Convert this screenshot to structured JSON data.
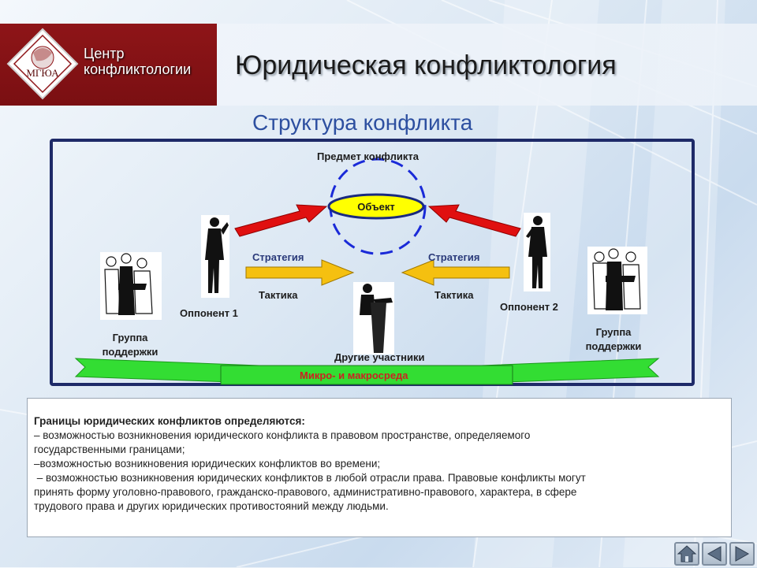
{
  "header": {
    "logo_line1": "Центр",
    "logo_line2": "конфликтологии",
    "logo_emblem_text": "МГЮА",
    "title": "Юридическая конфликтология"
  },
  "subtitle": "Структура конфликта",
  "diagram": {
    "subject": "Предмет конфликта",
    "object": "Объект",
    "strategy_left": "Стратегия",
    "strategy_right": "Стратегия",
    "tactics_left": "Тактика",
    "tactics_right": "Тактика",
    "opponent1": "Оппонент 1",
    "opponent2": "Оппонент 2",
    "support_left_line1": "Группа",
    "support_left_line2": "поддержки",
    "support_right_line1": "Группа",
    "support_right_line2": "поддержки",
    "others": "Другие участники",
    "environment": "Микро- и макросреда"
  },
  "textbox": {
    "heading": "Границы юридических конфликтов определяются:",
    "line1": "– возможностью возникновения юридического конфликта в правовом пространстве, определяемого",
    "line2": "государственными границами;",
    "line3": "–возможностью возникновения юридических конфликтов во времени;",
    "line4": " – возможностью возникновения юридических конфликтов в любой отрасли права. Правовые конфликты могут",
    "line5": "принять форму уголовно-правового, гражданско-правового, административно-правового, характера, в сфере",
    "line6": "трудового права и других юридических противостояний между людьми."
  },
  "nav": {
    "home_icon": "home-icon",
    "back_icon": "triangle-left-icon",
    "forward_icon": "triangle-right-icon"
  },
  "colors": {
    "brand": "#8e1518",
    "title_blue": "#2d4fa0",
    "frame": "#1e2a68",
    "object_fill": "#ffff00",
    "red_arrow": "#e01010",
    "yellow_arrow": "#f5c010",
    "green": "#33dd33",
    "env_text": "#cc2222"
  }
}
